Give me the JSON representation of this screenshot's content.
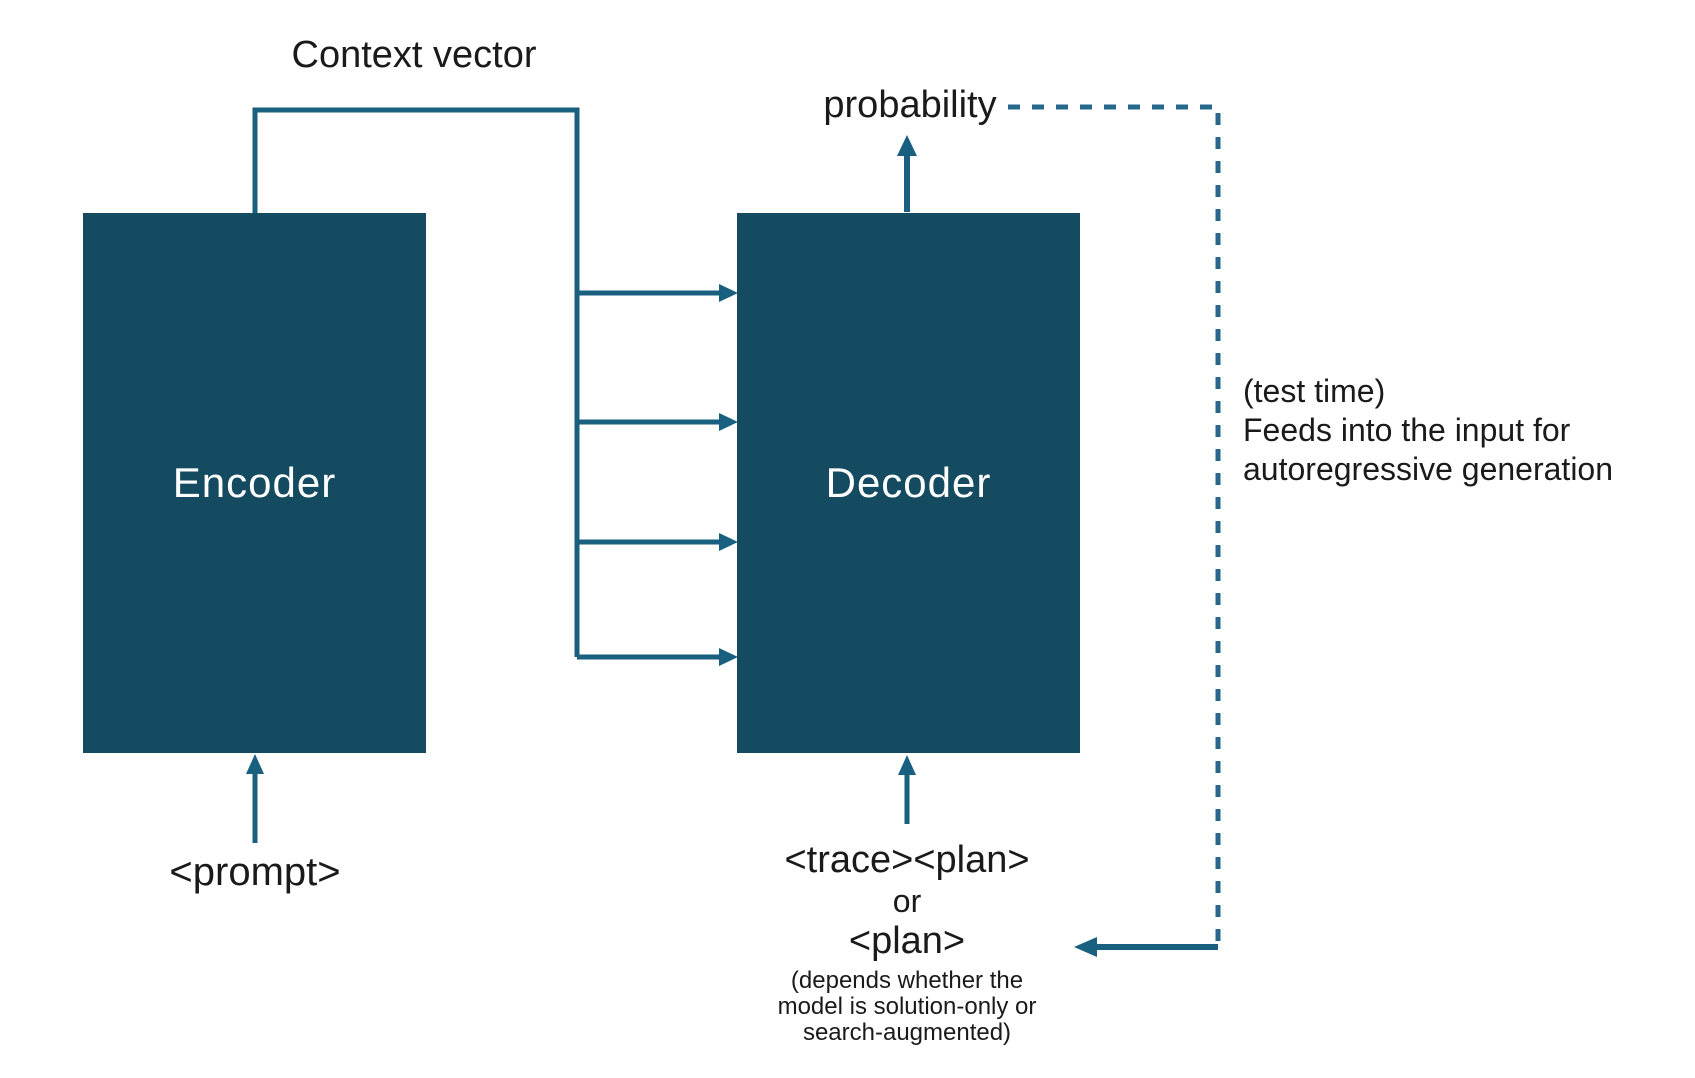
{
  "diagram": {
    "encoder": {
      "label": "Encoder"
    },
    "decoder": {
      "label": "Decoder"
    },
    "labels": {
      "context_vector": "Context vector",
      "probability": "probability",
      "prompt": "<prompt>",
      "trace_plan": "<trace><plan>",
      "or": "or",
      "plan": "<plan>"
    },
    "notes": {
      "test_time_note": [
        "(test time)",
        "Feeds into the input for",
        "autoregressive generation"
      ],
      "plan_note": [
        "(depends whether the",
        "model is solution-only or",
        "search-augmented)"
      ]
    },
    "colors": {
      "background": "#ffffff",
      "box_fill": "#144b60",
      "line": "#185f80",
      "dashed_line": "#26688c",
      "text": "#1a1a1a",
      "box_text": "#ffffff"
    }
  }
}
